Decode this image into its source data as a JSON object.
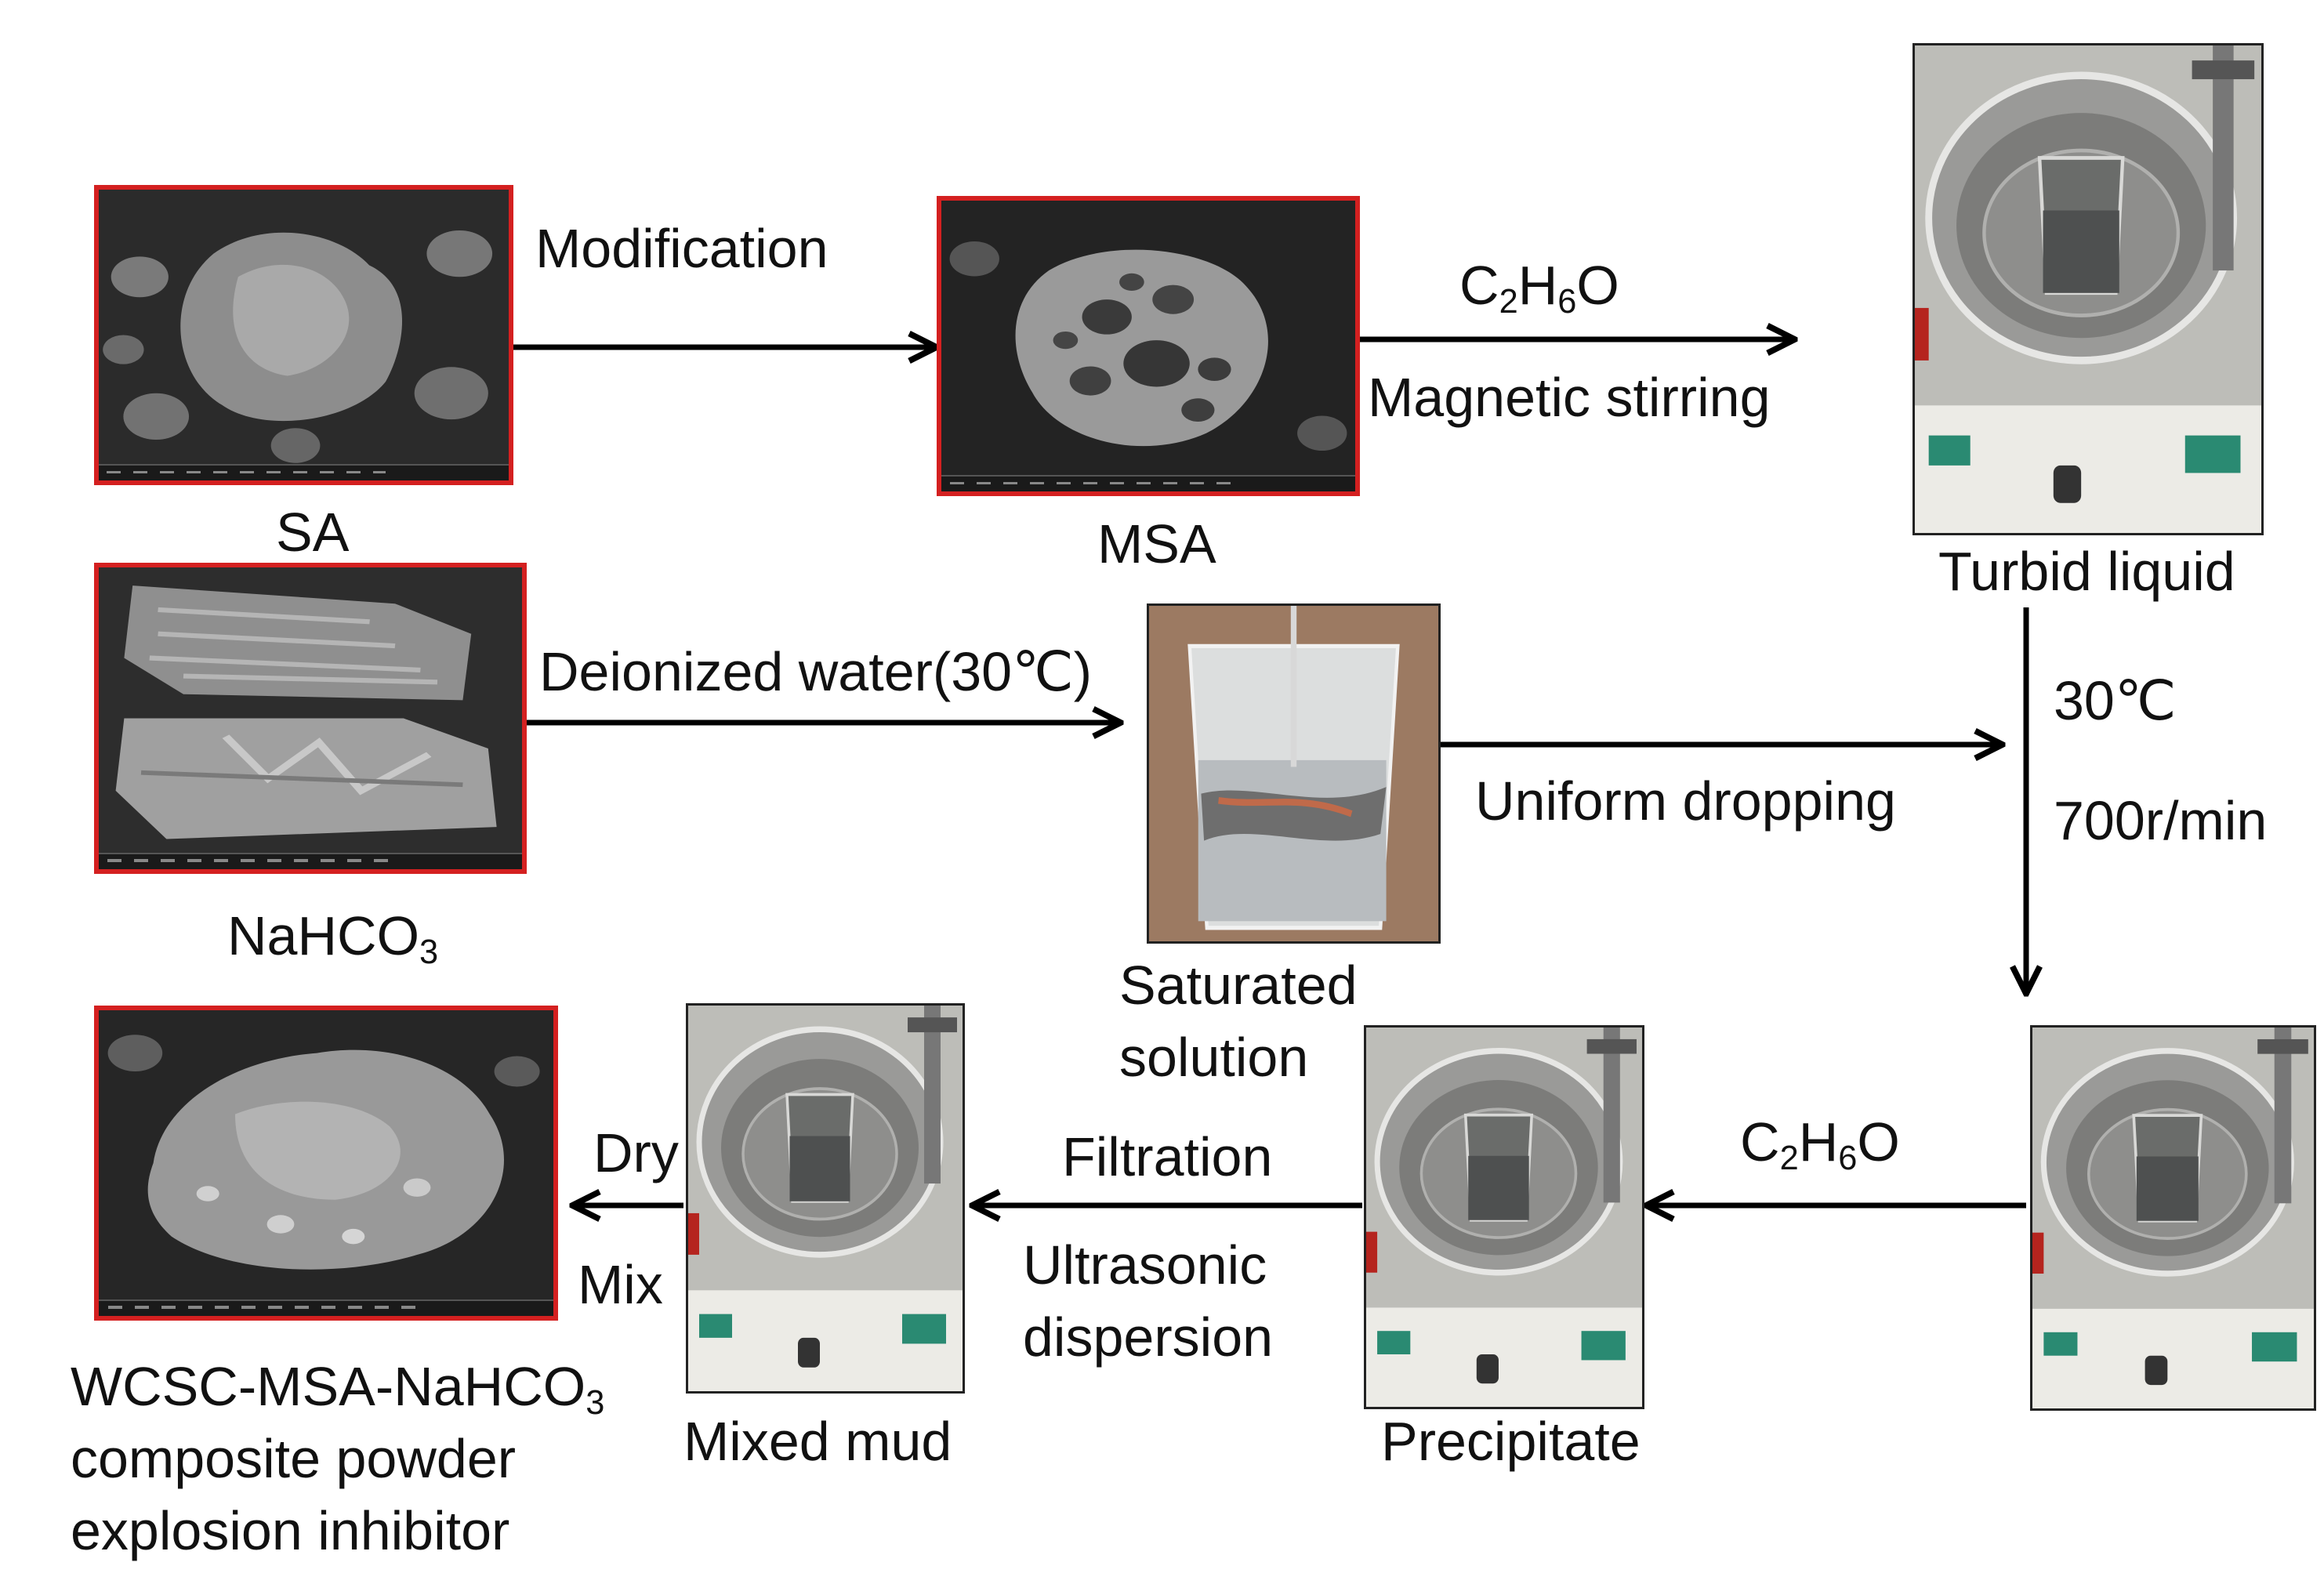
{
  "nodes": {
    "sa": "SA",
    "msa": "MSA",
    "turbid": "Turbid liquid",
    "nahco3": {
      "text": "NaHCO",
      "sub": "3"
    },
    "saturated": [
      "Saturated",
      "solution"
    ],
    "precipitate": "Precipitate",
    "mixed_mud": "Mixed mud",
    "product": {
      "line1_text": "WCSC-MSA-NaHCO",
      "line1_sub": "3",
      "line2": "composite powder",
      "line3": "explosion inhibitor"
    }
  },
  "arrows": {
    "modification": "Modification",
    "ethanol_top": {
      "c": "C",
      "c_sub": "2",
      "h": "H",
      "h_sub": "6",
      "o": "O"
    },
    "magnetic": "Magnetic stirring",
    "deionized": "Deionized water(30℃)",
    "uniform": "Uniform dropping",
    "temp": "30℃",
    "speed": "700r/min",
    "ethanol_bottom": {
      "c": "C",
      "c_sub": "2",
      "h": "H",
      "h_sub": "6",
      "o": "O"
    },
    "filtration": "Filtration",
    "ultrasonic": [
      "Ultrasonic",
      "dispersion"
    ],
    "dry": "Dry",
    "mix": "Mix"
  },
  "colors": {
    "sem_border": "#d42020",
    "arrow": "#000000"
  }
}
